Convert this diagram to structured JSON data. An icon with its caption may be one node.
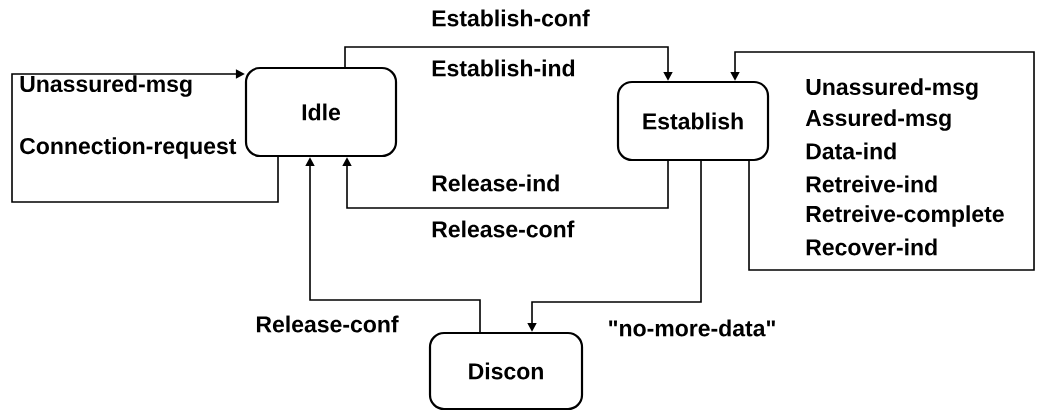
{
  "diagram": {
    "nodes": [
      {
        "text": [
          "Idle"
        ]
      },
      {
        "text": [
          "Establish"
        ]
      },
      {
        "text": [
          "Discon"
        ]
      }
    ],
    "edges": [
      {
        "from": 0,
        "to": 0,
        "arrow": "to"
      },
      {
        "from": 0,
        "to": 1,
        "arrow": "to"
      },
      {
        "from": 1,
        "to": 1,
        "arrow": "to"
      },
      {
        "from": 1,
        "to": 0,
        "arrow": "to"
      },
      {
        "from": 1,
        "to": 2,
        "arrow": "to",
        "label": "\"no-more-data\""
      },
      {
        "from": 2,
        "to": 0,
        "arrow": "to",
        "label": "Release-conf"
      }
    ],
    "labels": [
      "Establish-conf",
      "Establish-ind",
      "Unassured-msg",
      "Connection-request",
      "Release-ind",
      "Release-conf",
      "Unassured-msg",
      "Assured-msg",
      "Data-ind",
      "Retreive-ind",
      "Retreive-complete",
      "Recover-ind"
    ]
  }
}
